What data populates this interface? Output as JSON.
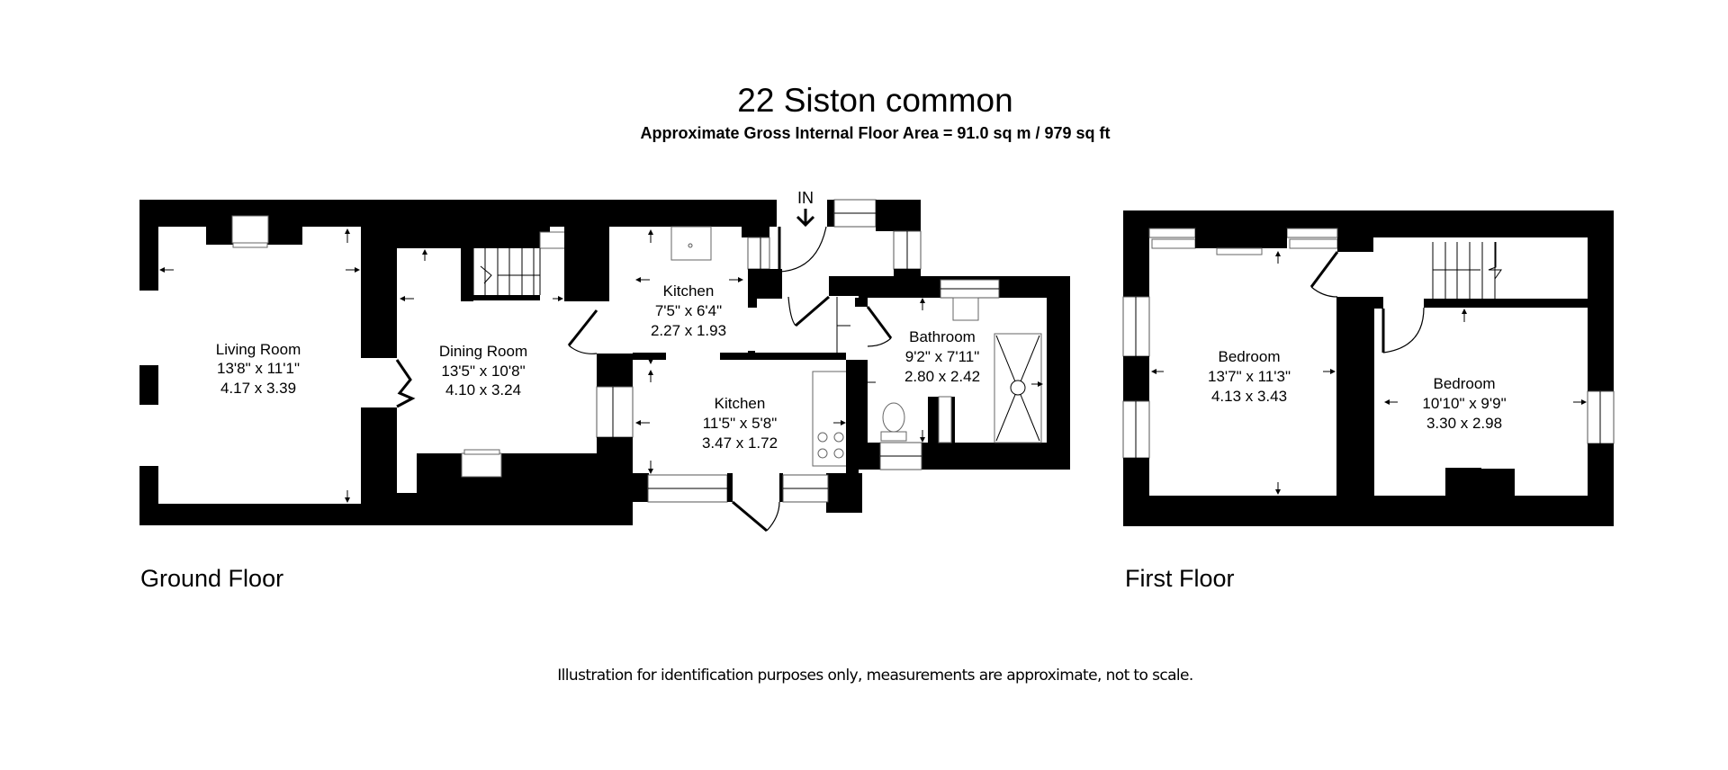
{
  "header": {
    "title": "22 Siston common",
    "subtitle": "Approximate Gross Internal Floor Area  = 91.0 sq m  / 979 sq ft"
  },
  "entrance_label": "IN",
  "ground_floor": {
    "label": "Ground Floor",
    "rooms": [
      {
        "name": "Living Room",
        "imperial": "13'8\" x 11'1\"",
        "metric": "4.17 x 3.39"
      },
      {
        "name": "Dining Room",
        "imperial": "13'5\" x 10'8\"",
        "metric": "4.10 x 3.24"
      },
      {
        "name": "Kitchen",
        "imperial": "7'5\" x 6'4\"",
        "metric": "2.27 x 1.93"
      },
      {
        "name": "Kitchen",
        "imperial": "11'5\" x 5'8\"",
        "metric": "3.47 x 1.72"
      },
      {
        "name": "Bathroom",
        "imperial": "9'2\" x 7'11\"",
        "metric": "2.80 x 2.42"
      }
    ]
  },
  "first_floor": {
    "label": "First Floor",
    "rooms": [
      {
        "name": "Bedroom",
        "imperial": "13'7\" x 11'3\"",
        "metric": "4.13 x 3.43"
      },
      {
        "name": "Bedroom",
        "imperial": "10'10\" x 9'9\"",
        "metric": "3.30 x 2.98"
      }
    ]
  },
  "footer": {
    "disclaimer": "Illustration for identification purposes only, measurements are approximate, not to scale."
  }
}
